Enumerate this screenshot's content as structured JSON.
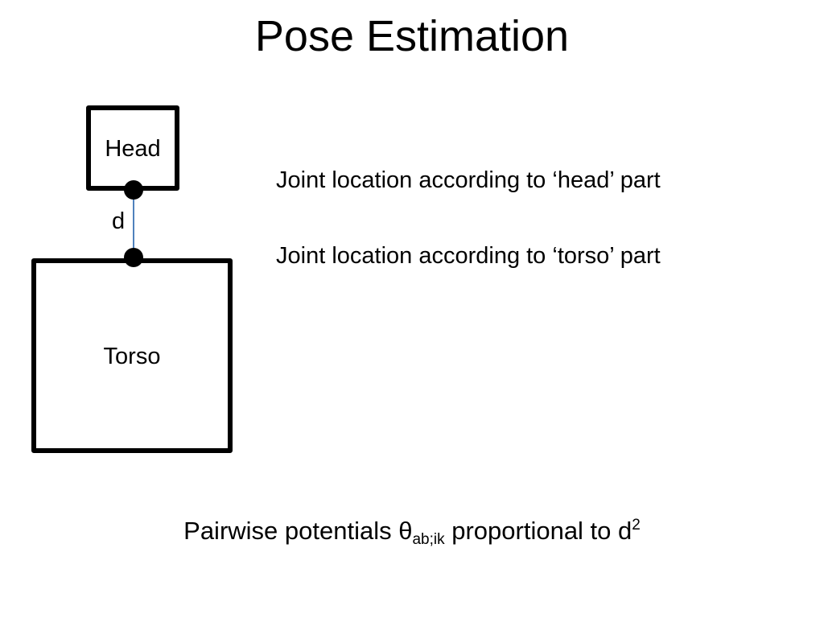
{
  "title": "Pose Estimation",
  "diagram": {
    "head_label": "Head",
    "torso_label": "Torso",
    "distance_label": "d"
  },
  "annotations": {
    "head_joint": "Joint location according to ‘head’ part",
    "torso_joint": "Joint location according to ‘torso’ part"
  },
  "footer": {
    "prefix": "Pairwise potentials θ",
    "subscript": "ab;ik",
    "middle": " proportional to d",
    "superscript": "2"
  },
  "colors": {
    "outline": "#000000",
    "distance_line": "#4f81bd"
  }
}
